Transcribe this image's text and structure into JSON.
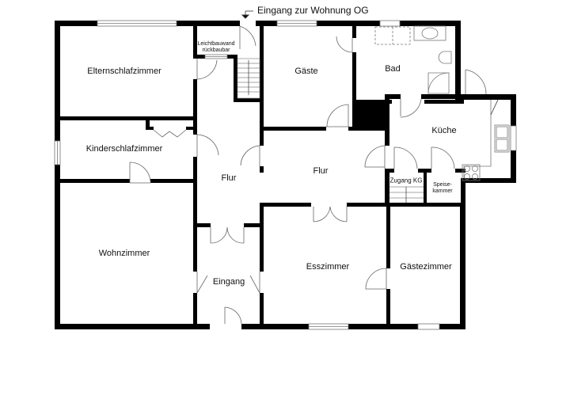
{
  "plan": {
    "entrance_note": "Eingang zur Wohnung OG",
    "lightweight_wall_note": [
      "Leichtbauwand",
      "rückbaubar"
    ],
    "colors": {
      "wall": "#000000",
      "fixture_line": "#888888",
      "background": "#ffffff",
      "text": "#111111"
    }
  },
  "rooms": [
    {
      "id": "elternschlafzimmer",
      "label": "Elternschlafzimmer"
    },
    {
      "id": "kinderschlafzimmer",
      "label": "Kinderschlafzimmer"
    },
    {
      "id": "wohnzimmer",
      "label": "Wohnzimmer"
    },
    {
      "id": "flur-west",
      "label": "Flur"
    },
    {
      "id": "eingang",
      "label": "Eingang"
    },
    {
      "id": "gaeste",
      "label": "Gäste"
    },
    {
      "id": "bad",
      "label": "Bad"
    },
    {
      "id": "kueche",
      "label": "Küche"
    },
    {
      "id": "flur-mitte",
      "label": "Flur"
    },
    {
      "id": "zugang-kg",
      "label": "Zugang KG"
    },
    {
      "id": "speisekammer",
      "label": [
        "Speise-",
        "kammer"
      ]
    },
    {
      "id": "esszimmer",
      "label": "Esszimmer"
    },
    {
      "id": "gaestezimmer",
      "label": "Gästezimmer"
    }
  ]
}
